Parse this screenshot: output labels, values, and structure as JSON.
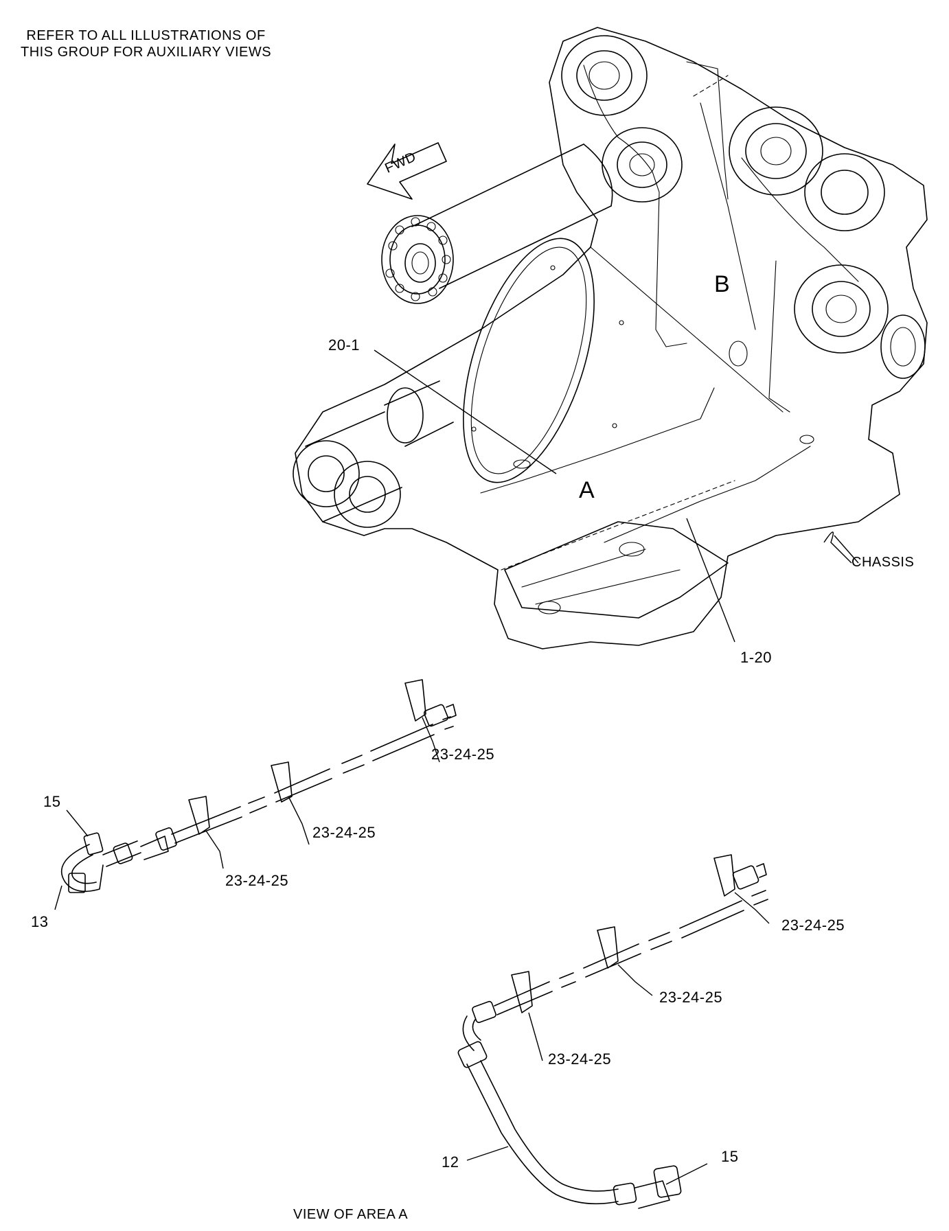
{
  "note": {
    "line1": "REFER TO ALL ILLUSTRATIONS OF",
    "line2": "THIS GROUP FOR AUXILIARY VIEWS"
  },
  "fwd_arrow_label": "FWD",
  "area_labels": {
    "a": "A",
    "b": "B"
  },
  "callouts": {
    "chassis": "CHASSIS",
    "ref_20_1": "20-1",
    "ref_1_20": "1-20",
    "clip_upper_1": "23-24-25",
    "clip_upper_2": "23-24-25",
    "clip_upper_3": "23-24-25",
    "fitting_upper": "15",
    "hose_upper": "13",
    "clip_lower_1": "23-24-25",
    "clip_lower_2": "23-24-25",
    "clip_lower_3": "23-24-25",
    "hose_lower": "12",
    "fitting_lower": "15"
  },
  "view_caption": "VIEW OF AREA A"
}
